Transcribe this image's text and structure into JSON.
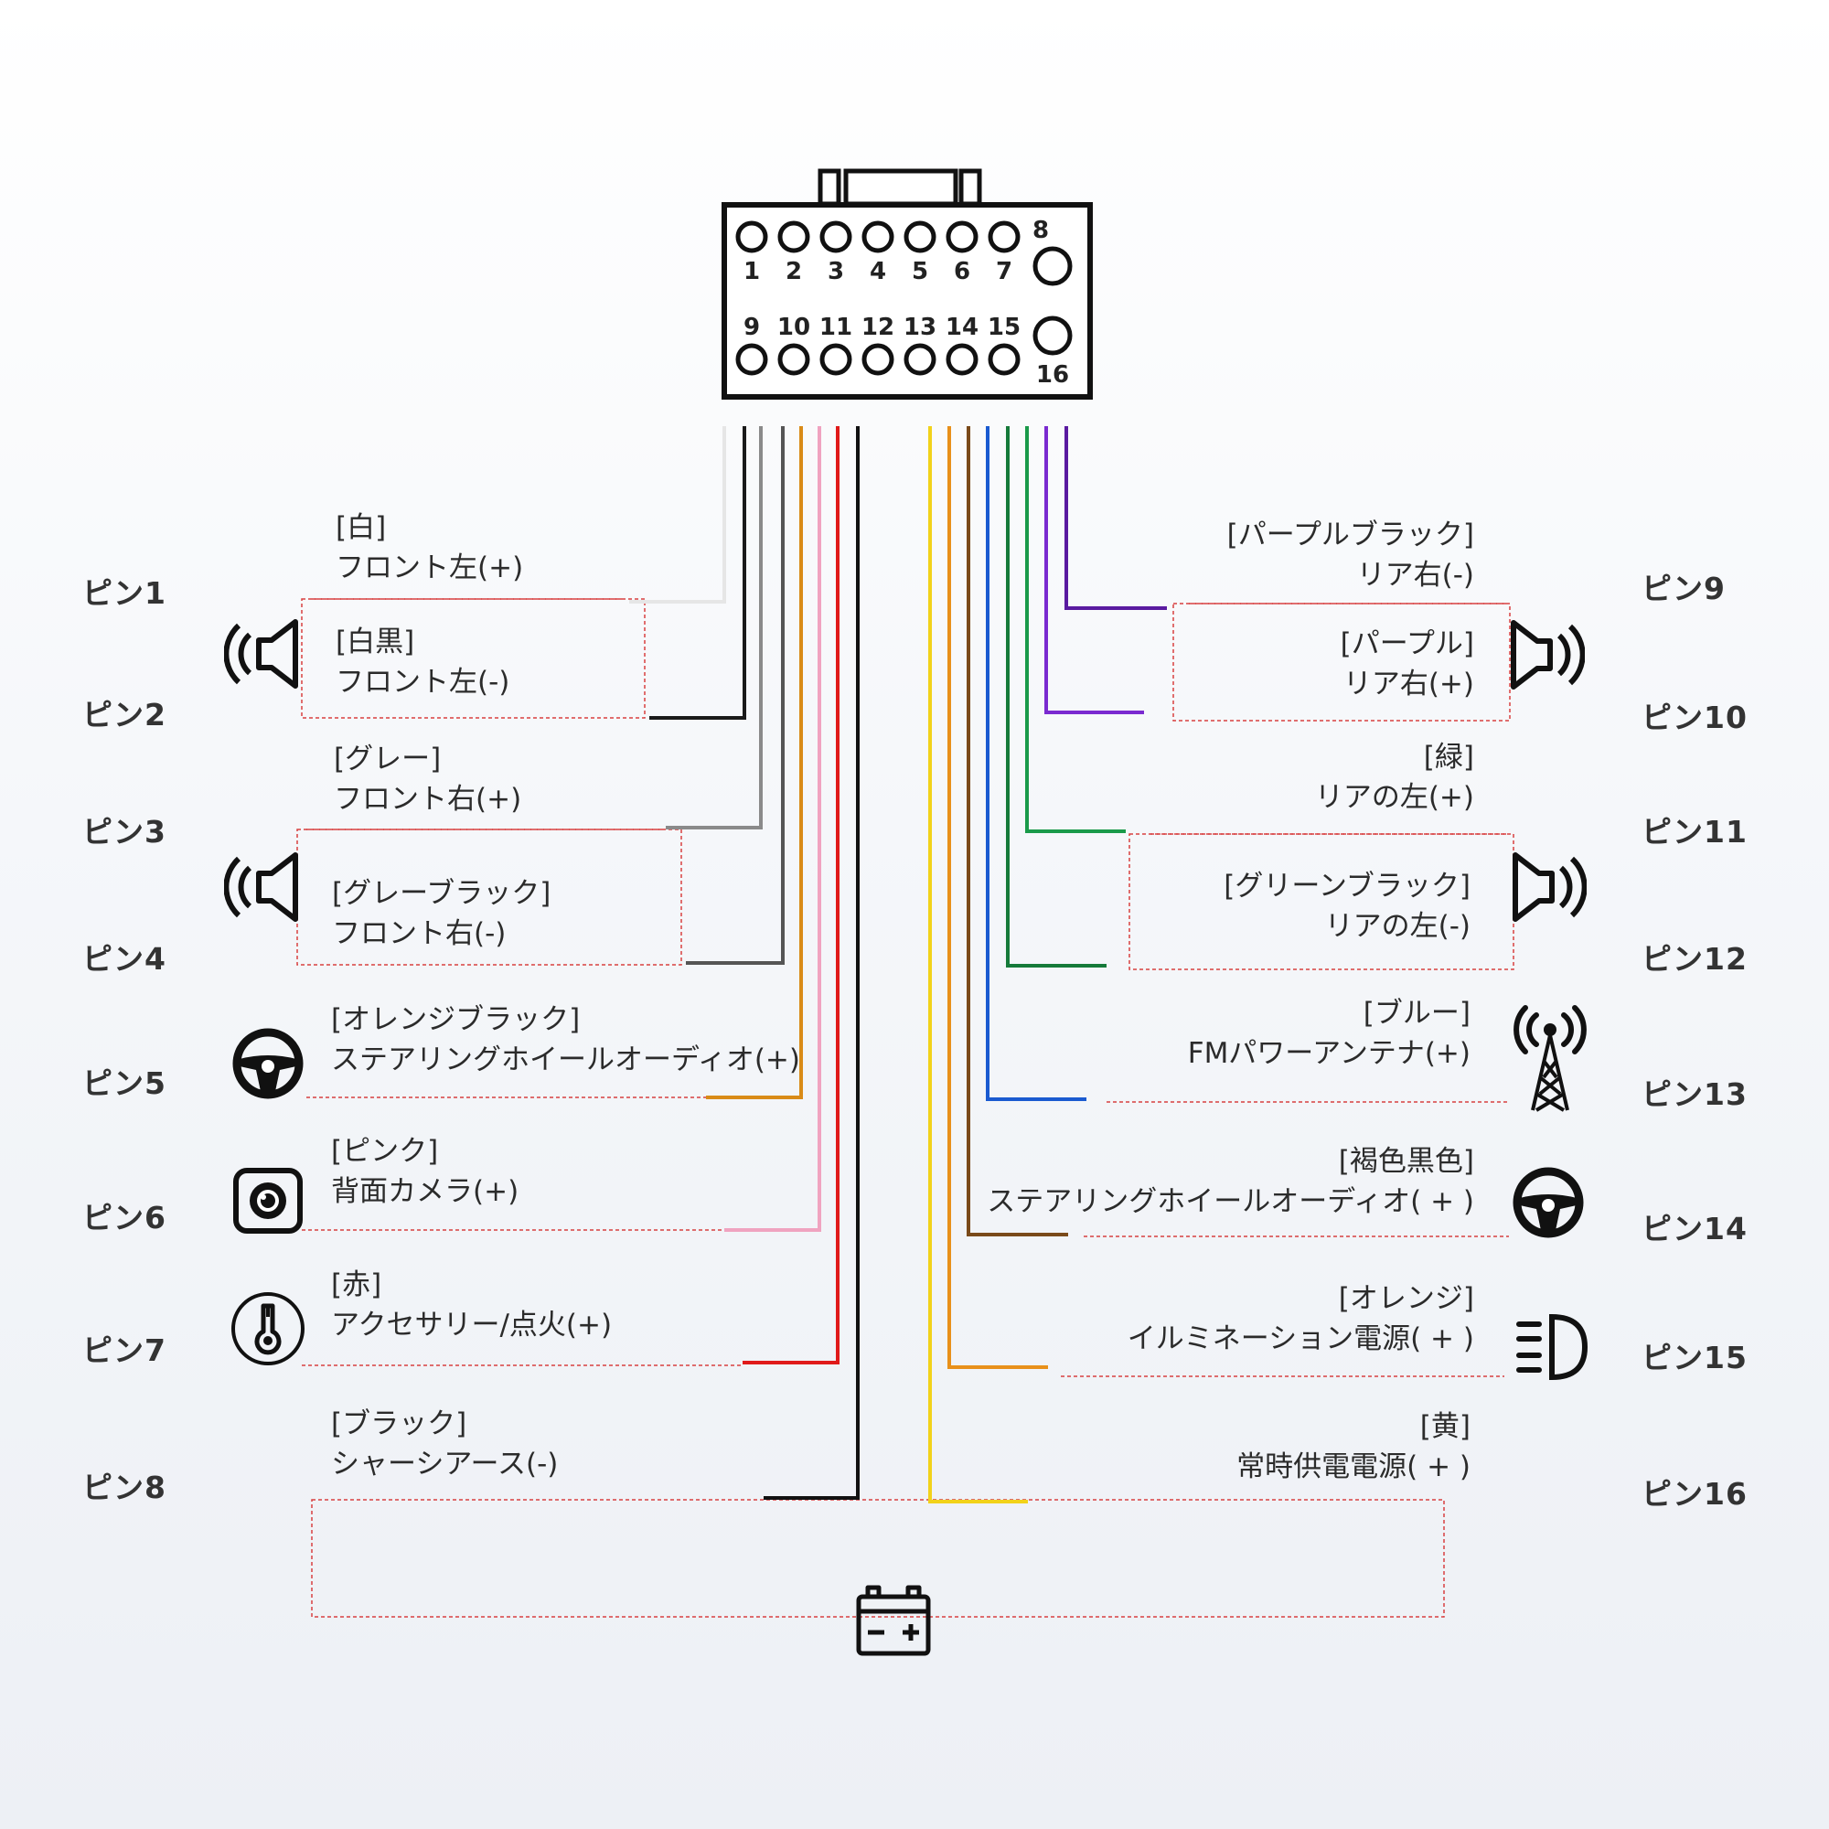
{
  "connector": {
    "top_numbers": [
      "1",
      "2",
      "3",
      "4",
      "5",
      "6",
      "7",
      "8"
    ],
    "bottom_numbers": [
      "9",
      "10",
      "11",
      "12",
      "13",
      "14",
      "15",
      "16"
    ]
  },
  "left_pins": [
    {
      "pin": "ピン1",
      "color_label": "[白]",
      "function": "フロント左(+)",
      "wire_color": "#e6e6e6",
      "icon": "speaker-icon"
    },
    {
      "pin": "ピン2",
      "color_label": "[白黒]",
      "function": "フロント左(-)",
      "wire_color": "#1a1a1a",
      "icon": "speaker-icon"
    },
    {
      "pin": "ピン3",
      "color_label": "[グレー]",
      "function": "フロント右(+)",
      "wire_color": "#8a8a8a",
      "icon": "speaker-icon"
    },
    {
      "pin": "ピン4",
      "color_label": "[グレーブラック]",
      "function": "フロント右(-)",
      "wire_color": "#555555",
      "icon": "speaker-icon"
    },
    {
      "pin": "ピン5",
      "color_label": "[オレンジブラック]",
      "function": "ステアリングホイールオーディオ(+)",
      "wire_color": "#d98b17",
      "icon": "steering-wheel-icon"
    },
    {
      "pin": "ピン6",
      "color_label": "[ピンク]",
      "function": "背面カメラ(+)",
      "wire_color": "#f0a3c0",
      "icon": "camera-icon"
    },
    {
      "pin": "ピン7",
      "color_label": "[赤]",
      "function": "アクセサリー/点火(+)",
      "wire_color": "#e01a1a",
      "icon": "ignition-key-icon"
    },
    {
      "pin": "ピン8",
      "color_label": "[ブラック]",
      "function": "シャーシアース(-)",
      "wire_color": "#111111",
      "icon": "battery-icon"
    }
  ],
  "right_pins": [
    {
      "pin": "ピン9",
      "color_label": "[パープルブラック]",
      "function": "リア右(-)",
      "wire_color": "#5a1aa0",
      "icon": "speaker-icon"
    },
    {
      "pin": "ピン10",
      "color_label": "[パープル]",
      "function": "リア右(+)",
      "wire_color": "#7a2ad0",
      "icon": "speaker-icon"
    },
    {
      "pin": "ピン11",
      "color_label": "[緑]",
      "function": "リアの左(+)",
      "wire_color": "#1a9a4a",
      "icon": "speaker-icon"
    },
    {
      "pin": "ピン12",
      "color_label": "[グリーンブラック]",
      "function": "リアの左(-)",
      "wire_color": "#157a3a",
      "icon": "speaker-icon"
    },
    {
      "pin": "ピン13",
      "color_label": "[ブルー]",
      "function": "FMパワーアンテナ(+)",
      "wire_color": "#1a5ad0",
      "icon": "antenna-icon"
    },
    {
      "pin": "ピン14",
      "color_label": "[褐色黒色]",
      "function": "ステアリングホイールオーディオ( + )",
      "wire_color": "#7a4a1a",
      "icon": "steering-wheel-icon"
    },
    {
      "pin": "ピン15",
      "color_label": "[オレンジ]",
      "function": "イルミネーション電源( + )",
      "wire_color": "#e8901a",
      "icon": "headlight-icon"
    },
    {
      "pin": "ピン16",
      "color_label": "[黄]",
      "function": "常時供電電源( + )",
      "wire_color": "#f2d21a",
      "icon": "battery-icon"
    }
  ]
}
